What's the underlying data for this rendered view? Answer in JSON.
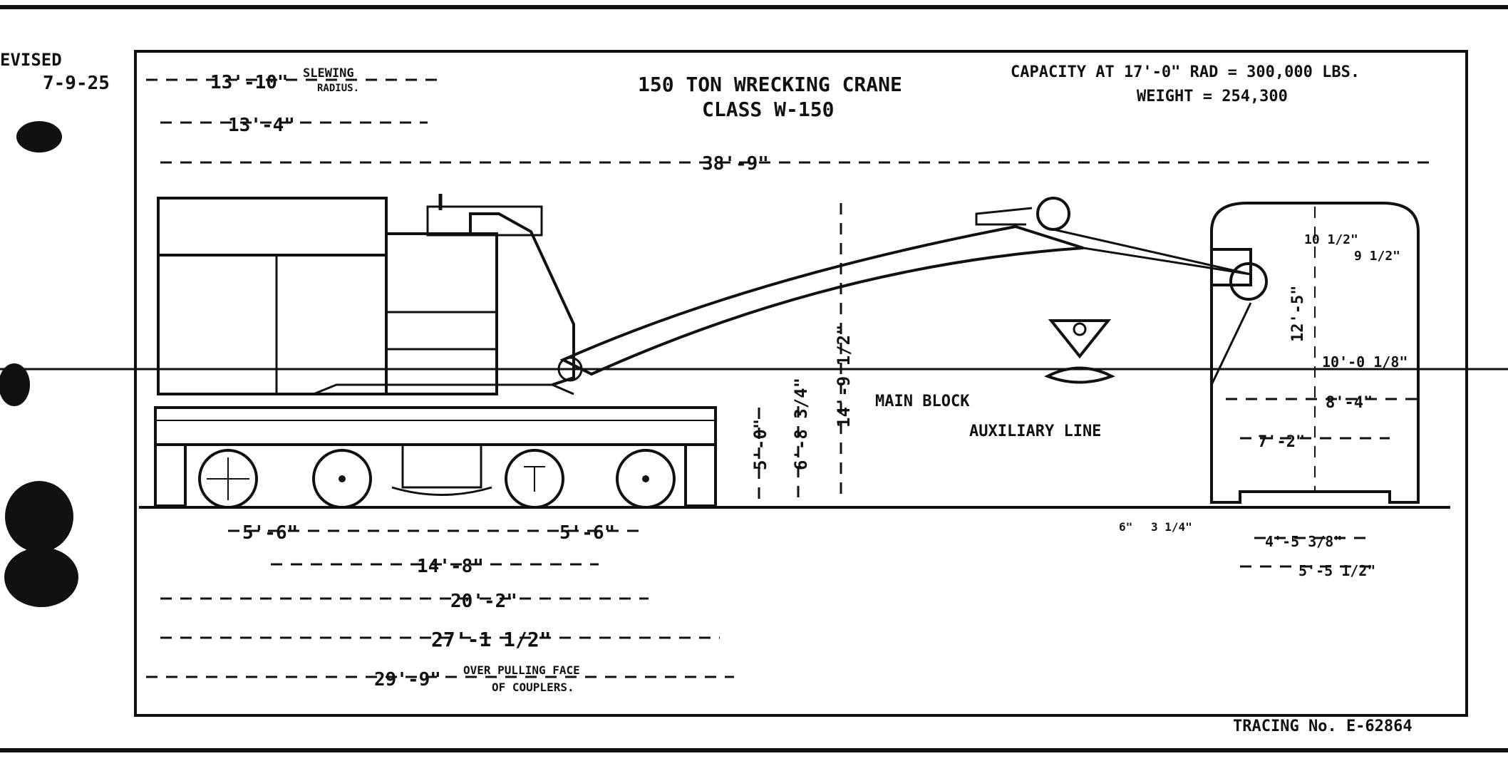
{
  "revised": {
    "label": "EVISED",
    "date": "7-9-25"
  },
  "title": {
    "line1": "150 TON WRECKING CRANE",
    "line2": "CLASS W-150"
  },
  "specs": {
    "capacity": "CAPACITY AT 17'-0\" RAD = 300,000 LBS.",
    "weight": "WEIGHT = 254,300"
  },
  "tracing": "TRACING No. E-62864",
  "labels": {
    "main_block": "MAIN BLOCK",
    "auxiliary_line": "AUXILIARY LINE"
  },
  "dims": {
    "slewing_value": "13'-10\"",
    "slewing_text1": "SLEWING",
    "slewing_text2": "RADIUS.",
    "d13_4": "13'-4\"",
    "overall": "38'-9\"",
    "wheel_base_1": "5'-6\"",
    "wheel_base_2": "5'-6\"",
    "truck_centers": "14'-8\"",
    "d20_2": "20'-2\"",
    "d27": "27'-1 1/2\"",
    "d29": "29'-9\"",
    "couplers_1": "OVER PULLING FACE",
    "couplers_2": "OF COUPLERS.",
    "v5_0": "5'-0\"",
    "v6_8": "6'-8 3/4\"",
    "v14_9": "14'-9 1/2\"",
    "c10_half": "10 1/2\"",
    "c9": "9 1/2\"",
    "c12_5": "12'-5\"",
    "c10_0": "10'-0 1/8\"",
    "c8_4": "8'-4\"",
    "c7_2": "7'-2\"",
    "c4_5": "4'-5 3/8\"",
    "c5_5": "5'-5 1/2\"",
    "r6": "6\"",
    "r3": "3 1/4\""
  }
}
